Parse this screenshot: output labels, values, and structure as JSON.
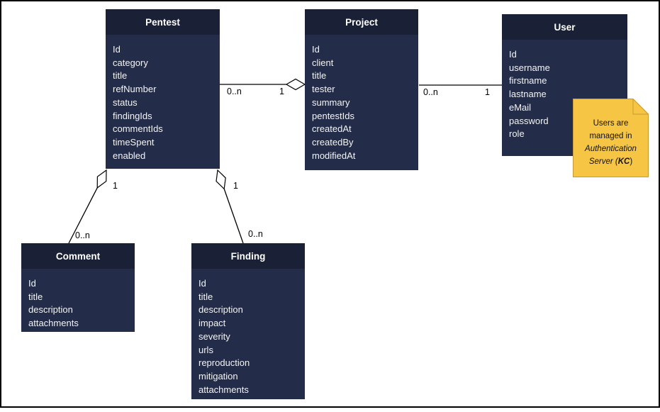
{
  "diagram": {
    "type": "entity-relationship-uml",
    "entities": [
      {
        "name": "Pentest",
        "fields": [
          "Id",
          "category",
          "title",
          "refNumber",
          "status",
          "findingIds",
          "commentIds",
          "timeSpent",
          "enabled"
        ]
      },
      {
        "name": "Project",
        "fields": [
          "Id",
          "client",
          "title",
          "tester",
          "summary",
          "pentestIds",
          "createdAt",
          "createdBy",
          "modifiedAt"
        ]
      },
      {
        "name": "User",
        "fields": [
          "Id",
          "username",
          "firstname",
          "lastname",
          "eMail",
          "password",
          "role"
        ]
      },
      {
        "name": "Comment",
        "fields": [
          "Id",
          "title",
          "description",
          "attachments"
        ]
      },
      {
        "name": "Finding",
        "fields": [
          "Id",
          "title",
          "description",
          "impact",
          "severity",
          "urls",
          "reproduction",
          "mitigation",
          "attachments"
        ]
      }
    ],
    "connectors": [
      {
        "from": "Pentest",
        "to": "Project",
        "near_source_label": "0..n",
        "near_target_label": "1",
        "marker": "hollow-diamond-at-project"
      },
      {
        "from": "Project",
        "to": "User",
        "near_source_label": "0..n",
        "near_target_label": "1",
        "marker": "none"
      },
      {
        "from": "Pentest",
        "to": "Comment",
        "near_source_label": "1",
        "near_target_label": "0..n",
        "marker": "hollow-diamond-at-pentest"
      },
      {
        "from": "Pentest",
        "to": "Finding",
        "near_source_label": "1",
        "near_target_label": "0..n",
        "marker": "hollow-diamond-at-pentest"
      }
    ],
    "note": {
      "line1": "Users are",
      "line2": "managed in",
      "line3": "Authentication",
      "line4_prefix": "Server (",
      "line4_bold": "KC",
      "line4_suffix": ")"
    },
    "colors": {
      "entity_header": "#1A2035",
      "entity_body": "#232C48",
      "entity_text": "#FFFFFF",
      "note_fill": "#F6C544",
      "note_stroke": "#C79B32",
      "line": "#000000",
      "frame_border": "#000000"
    }
  }
}
